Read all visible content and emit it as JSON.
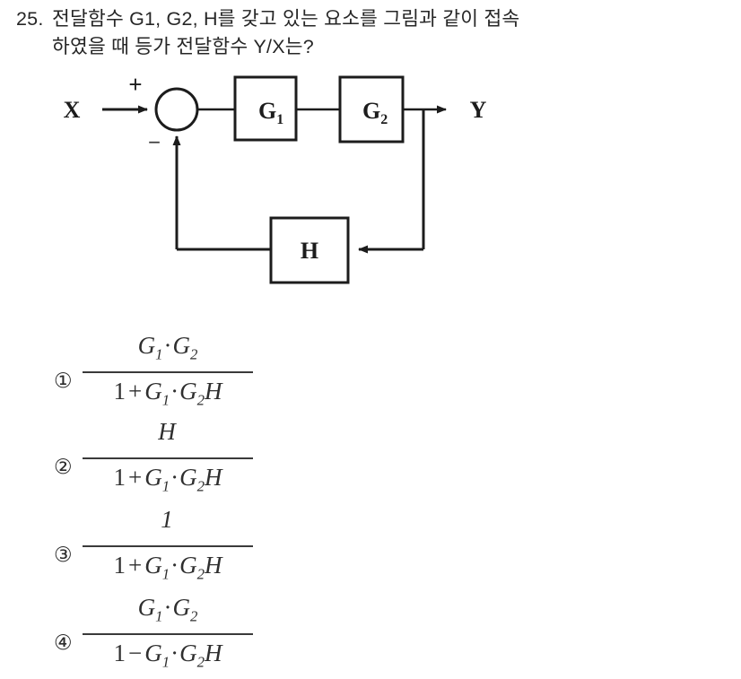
{
  "question": {
    "number": "25.",
    "line1": "전달함수 G1, G2, H를 갖고 있는 요소를 그림과 같이 접속",
    "line2": "하였을 때 등가 전달함수 Y/X는?"
  },
  "diagram": {
    "input_label": "X",
    "output_label": "Y",
    "plus_sign": "+",
    "minus_sign": "−",
    "block_g1": "G",
    "block_g1_sub": "1",
    "block_g2": "G",
    "block_g2_sub": "2",
    "block_h": "H",
    "line_color": "#1c1c1c",
    "fill_color": "#ffffff"
  },
  "options": [
    {
      "marker": "①",
      "numerator": {
        "g1": "G",
        "g1sub": "1",
        "dot": "·",
        "g2": "G",
        "g2sub": "2"
      },
      "denominator": {
        "one": "1",
        "op": "+",
        "g1": "G",
        "g1sub": "1",
        "dot": "·",
        "g2": "G",
        "g2sub": "2",
        "h": "H"
      },
      "numerator_text": "G₁·G₂",
      "denominator_text": "1 + G₁·G₂H"
    },
    {
      "marker": "②",
      "numerator": {
        "g1": "H",
        "g1sub": "",
        "dot": "",
        "g2": "",
        "g2sub": ""
      },
      "denominator": {
        "one": "1",
        "op": "+",
        "g1": "G",
        "g1sub": "1",
        "dot": "·",
        "g2": "G",
        "g2sub": "2",
        "h": "H"
      },
      "numerator_text": "H",
      "denominator_text": "1 + G₁·G₂H"
    },
    {
      "marker": "③",
      "numerator": {
        "g1": "1",
        "g1sub": "",
        "dot": "",
        "g2": "",
        "g2sub": ""
      },
      "denominator": {
        "one": "1",
        "op": "+",
        "g1": "G",
        "g1sub": "1",
        "dot": "·",
        "g2": "G",
        "g2sub": "2",
        "h": "H"
      },
      "numerator_text": "1",
      "denominator_text": "1 + G₁·G₂H"
    },
    {
      "marker": "④",
      "numerator": {
        "g1": "G",
        "g1sub": "1",
        "dot": "·",
        "g2": "G",
        "g2sub": "2"
      },
      "denominator": {
        "one": "1",
        "op": "−",
        "g1": "G",
        "g1sub": "1",
        "dot": "·",
        "g2": "G",
        "g2sub": "2",
        "h": "H"
      },
      "numerator_text": "G₁·G₂",
      "denominator_text": "1 − G₁·G₂H"
    }
  ]
}
